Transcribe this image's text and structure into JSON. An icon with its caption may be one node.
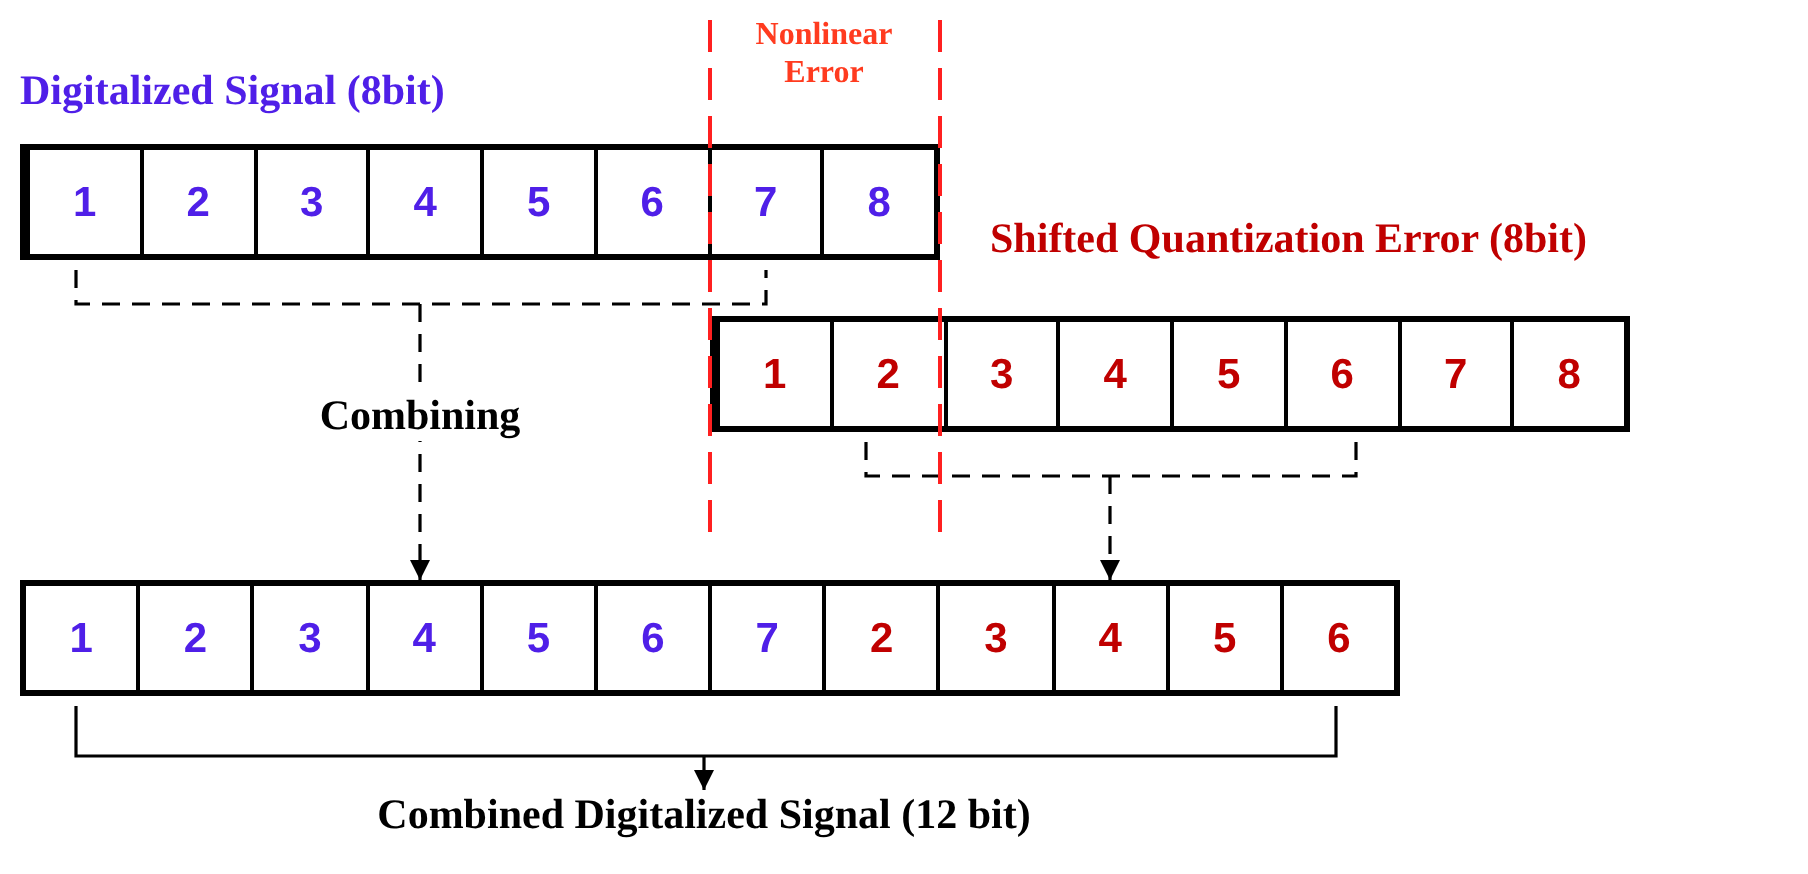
{
  "diagram": {
    "nodes": [
      {
        "text": [
          "Digitalized Signal (8bit)"
        ]
      },
      {
        "text": [
          "1"
        ],
        "in": 0
      },
      {
        "text": [
          "2"
        ],
        "in": 0
      },
      {
        "text": [
          "3"
        ],
        "in": 0
      },
      {
        "text": [
          "4"
        ],
        "in": 0
      },
      {
        "text": [
          "5"
        ],
        "in": 0
      },
      {
        "text": [
          "6"
        ],
        "in": 0
      },
      {
        "text": [
          "7"
        ],
        "in": 0
      },
      {
        "text": [
          "8"
        ],
        "in": 0
      },
      {
        "text": [
          "Shifted Quantization Error (8bit)"
        ]
      },
      {
        "text": [
          "1"
        ],
        "in": 9
      },
      {
        "text": [
          "2"
        ],
        "in": 9
      },
      {
        "text": [
          "3"
        ],
        "in": 9
      },
      {
        "text": [
          "4"
        ],
        "in": 9
      },
      {
        "text": [
          "5"
        ],
        "in": 9
      },
      {
        "text": [
          "6"
        ],
        "in": 9
      },
      {
        "text": [
          "7"
        ],
        "in": 9
      },
      {
        "text": [
          "8"
        ],
        "in": 9
      },
      {
        "text": [],
        "shape": "box"
      },
      {
        "text": [
          "1"
        ],
        "in": 18
      },
      {
        "text": [
          "2"
        ],
        "in": 18
      },
      {
        "text": [
          "3"
        ],
        "in": 18
      },
      {
        "text": [
          "4"
        ],
        "in": 18
      },
      {
        "text": [
          "5"
        ],
        "in": 18
      },
      {
        "text": [
          "6"
        ],
        "in": 18
      },
      {
        "text": [
          "7"
        ],
        "in": 18
      },
      {
        "text": [
          "2"
        ],
        "in": 18
      },
      {
        "text": [
          "3"
        ],
        "in": 18
      },
      {
        "text": [
          "4"
        ],
        "in": 18
      },
      {
        "text": [
          "5"
        ],
        "in": 18
      },
      {
        "text": [
          "6"
        ],
        "in": 18
      },
      {
        "text": [
          "Combined Digitalized Signal (12 bit)"
        ]
      }
    ],
    "edges": [
      {
        "from": 0,
        "to": 18,
        "arrow": "to",
        "style": "dashed",
        "label": "Combining"
      },
      {
        "from": 9,
        "to": 18,
        "arrow": "to",
        "style": "dashed"
      },
      {
        "from": 18,
        "to": 31,
        "arrow": "to"
      }
    ],
    "labels": [
      "Nonlinear Error"
    ]
  }
}
